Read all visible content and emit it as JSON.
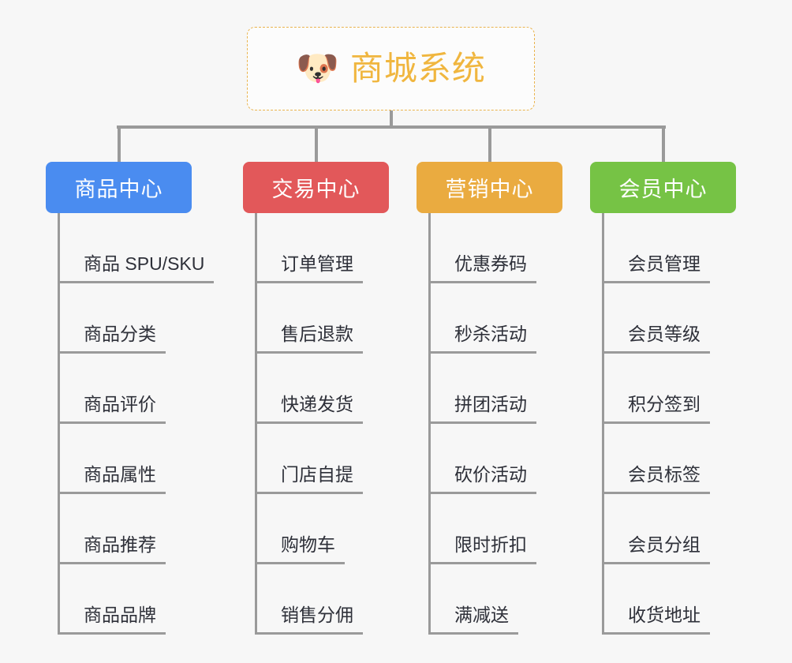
{
  "diagram": {
    "type": "organization-tree",
    "background_color": "#f7f7f7",
    "connector_color": "#9a9a9a",
    "root": {
      "title": "商城系统",
      "emoji": "🐶",
      "emoji_name": "shiba-dog-face",
      "border_color": "#eab44e",
      "text_color": "#f0b63f",
      "background_color": "#fcfcfc"
    },
    "columns": [
      {
        "id": "product-center",
        "label": "商品中心",
        "color": "#4a8cf0",
        "items": [
          "商品 SPU/SKU",
          "商品分类",
          "商品评价",
          "商品属性",
          "商品推荐",
          "商品品牌"
        ]
      },
      {
        "id": "trade-center",
        "label": "交易中心",
        "color": "#e2585a",
        "items": [
          "订单管理",
          "售后退款",
          "快递发货",
          "门店自提",
          "购物车",
          "销售分佣"
        ]
      },
      {
        "id": "marketing-center",
        "label": "营销中心",
        "color": "#eaab40",
        "items": [
          "优惠券码",
          "秒杀活动",
          "拼团活动",
          "砍价活动",
          "限时折扣",
          "满减送"
        ]
      },
      {
        "id": "member-center",
        "label": "会员中心",
        "color": "#76c345",
        "items": [
          "会员管理",
          "会员等级",
          "积分签到",
          "会员标签",
          "会员分组",
          "收货地址"
        ]
      }
    ]
  }
}
